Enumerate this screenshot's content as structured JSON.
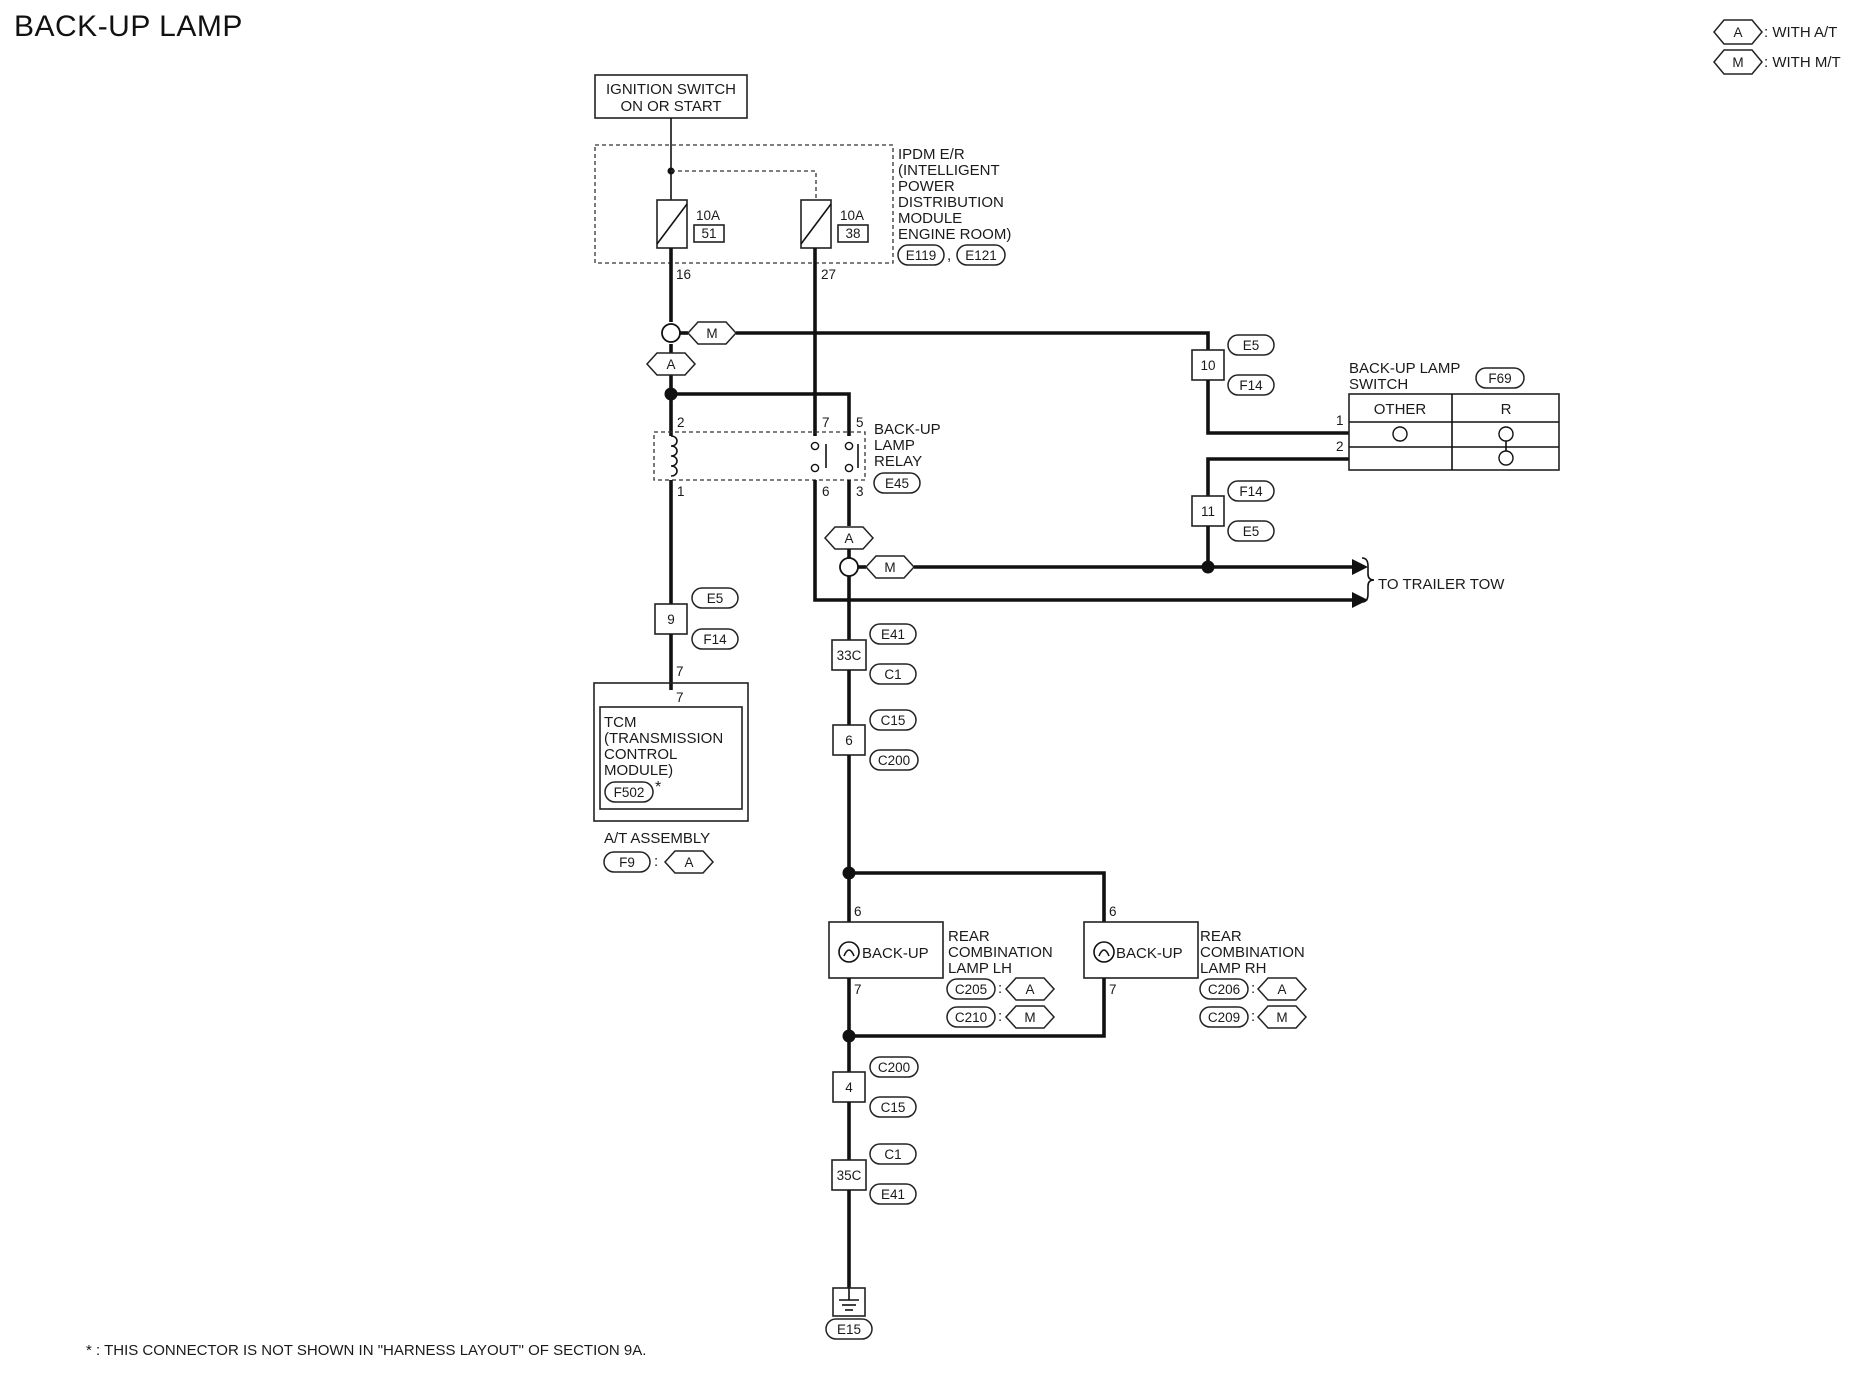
{
  "title": "BACK-UP LAMP",
  "legend": {
    "at_code": "A",
    "at_label": ": WITH A/T",
    "mt_code": "M",
    "mt_label": ": WITH M/T"
  },
  "ignition_switch": {
    "line1": "IGNITION SWITCH",
    "line2": "ON OR START"
  },
  "ipdm": {
    "lines": [
      "IPDM E/R",
      "(INTELLIGENT",
      "POWER",
      "DISTRIBUTION",
      "MODULE",
      "ENGINE ROOM)"
    ],
    "connector_1": "E119",
    "connector_2": "E121",
    "fuse_left": {
      "rating": "10A",
      "number": "51",
      "pin": "16"
    },
    "fuse_right": {
      "rating": "10A",
      "number": "38",
      "pin": "27"
    }
  },
  "variant_tags": {
    "at": "A",
    "mt": "M"
  },
  "relay": {
    "lines": [
      "BACK-UP",
      "LAMP",
      "RELAY"
    ],
    "connector": "E45",
    "pins": {
      "coil_top": "2",
      "coil_bottom": "1",
      "sw_in": "7",
      "sw_out": "6",
      "sw2_in": "5",
      "sw2_out": "3"
    }
  },
  "joint_10": {
    "number": "10",
    "top": "E5",
    "bottom": "F14"
  },
  "joint_11": {
    "number": "11",
    "top": "F14",
    "bottom": "E5"
  },
  "switch": {
    "lines": [
      "BACK-UP LAMP",
      "SWITCH"
    ],
    "connector": "F69",
    "col_other": "OTHER",
    "col_r": "R",
    "pin_1": "1",
    "pin_2": "2"
  },
  "trailer": "TO TRAILER TOW",
  "joint_9": {
    "number": "9",
    "top": "E5",
    "bottom": "F14"
  },
  "tcm": {
    "lines": [
      "TCM",
      "(TRANSMISSION",
      "CONTROL",
      "MODULE)"
    ],
    "connector": "F502",
    "star": "*",
    "pin_outer": "7",
    "pin_inner": "7",
    "assembly": "A/T ASSEMBLY",
    "assembly_connector": "F9",
    "assembly_tag": "A"
  },
  "joint_33c": {
    "number": "33C",
    "top": "E41",
    "bottom": "C1"
  },
  "joint_6": {
    "number": "6",
    "top": "C15",
    "bottom": "C200"
  },
  "lamp_lh": {
    "label": "BACK-UP",
    "lines": [
      "REAR",
      "COMBINATION",
      "LAMP LH"
    ],
    "pin_top": "6",
    "pin_bottom": "7",
    "conn_at": "C205",
    "conn_mt": "C210",
    "tag_at": "A",
    "tag_mt": "M"
  },
  "lamp_rh": {
    "label": "BACK-UP",
    "lines": [
      "REAR",
      "COMBINATION",
      "LAMP RH"
    ],
    "pin_top": "6",
    "pin_bottom": "7",
    "conn_at": "C206",
    "conn_mt": "C209",
    "tag_at": "A",
    "tag_mt": "M"
  },
  "joint_4": {
    "number": "4",
    "top": "C200",
    "bottom": "C15"
  },
  "joint_35c": {
    "number": "35C",
    "top": "C1",
    "bottom": "E41"
  },
  "ground": {
    "connector": "E15"
  },
  "footnote": "* : THIS CONNECTOR IS NOT SHOWN IN \"HARNESS LAYOUT\" OF SECTION 9A."
}
